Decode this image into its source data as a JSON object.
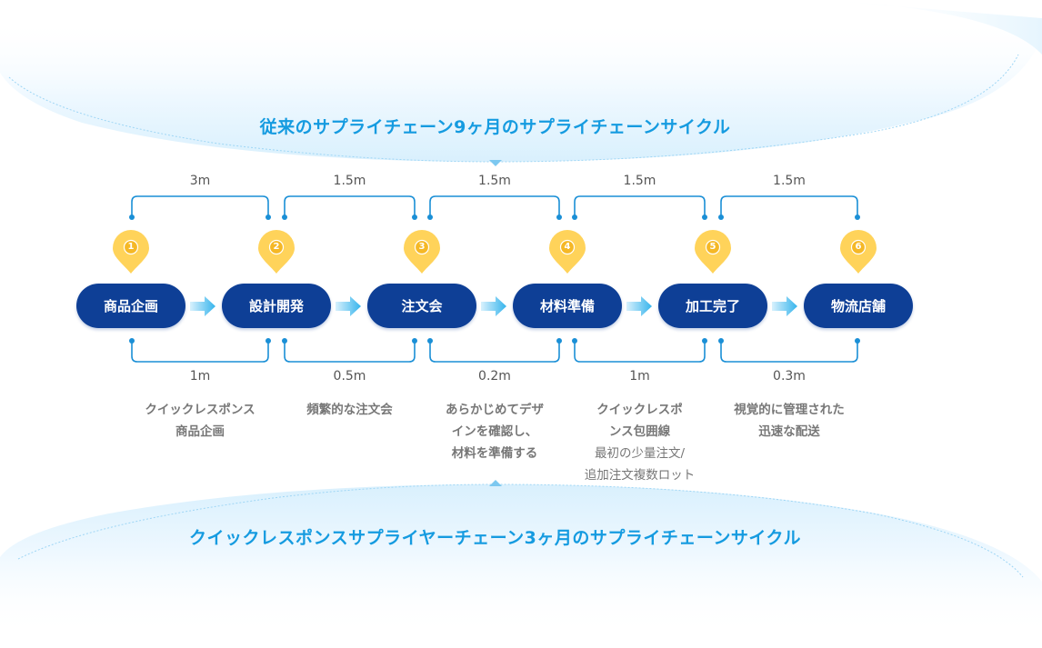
{
  "header": {
    "traditional_title": "従来のサプライチェーン9ヶ月のサプライチェーンサイクル"
  },
  "footer": {
    "quick_response_title": "クイックレスポンスサプライヤーチェーン3ヶ月のサプライチェーンサイクル"
  },
  "stages": [
    {
      "number": "1",
      "label": "商品企画"
    },
    {
      "number": "2",
      "label": "設計開発"
    },
    {
      "number": "3",
      "label": "注文会"
    },
    {
      "number": "4",
      "label": "材料準備"
    },
    {
      "number": "5",
      "label": "加工完了"
    },
    {
      "number": "6",
      "label": "物流店舗"
    }
  ],
  "traditional_durations": [
    "3m",
    "1.5m",
    "1.5m",
    "1.5m",
    "1.5m"
  ],
  "quick_response_durations": [
    "1m",
    "0.5m",
    "0.2m",
    "1m",
    "0.3m"
  ],
  "descriptions": [
    {
      "lines": [
        {
          "text": "クイックレスポンス",
          "bold": true
        },
        {
          "text": "商品企画",
          "bold": true
        }
      ]
    },
    {
      "lines": [
        {
          "text": "頻繁的な注文会",
          "bold": true
        }
      ]
    },
    {
      "lines": [
        {
          "text": "あらかじめてデザ",
          "bold": true
        },
        {
          "text": "インを確認し、",
          "bold": true
        },
        {
          "text": "材料を準備する",
          "bold": true
        }
      ]
    },
    {
      "lines": [
        {
          "text": "クイックレスポ",
          "bold": true
        },
        {
          "text": "ンス包囲線",
          "bold": true
        },
        {
          "text": "最初の少量注文/",
          "bold": false
        },
        {
          "text": "追加注文複数ロット",
          "bold": false
        }
      ]
    },
    {
      "lines": [
        {
          "text": "視覚的に管理された",
          "bold": true
        },
        {
          "text": "迅速な配送",
          "bold": true
        }
      ]
    }
  ],
  "colors": {
    "stage_fill": "#0e3f96",
    "pin_fill": "#ffd35a",
    "accent": "#159be0",
    "line": "#1a8fd6"
  },
  "icons": {
    "pin": "map-pin-icon",
    "arrow": "chevron-arrow-right-icon"
  }
}
